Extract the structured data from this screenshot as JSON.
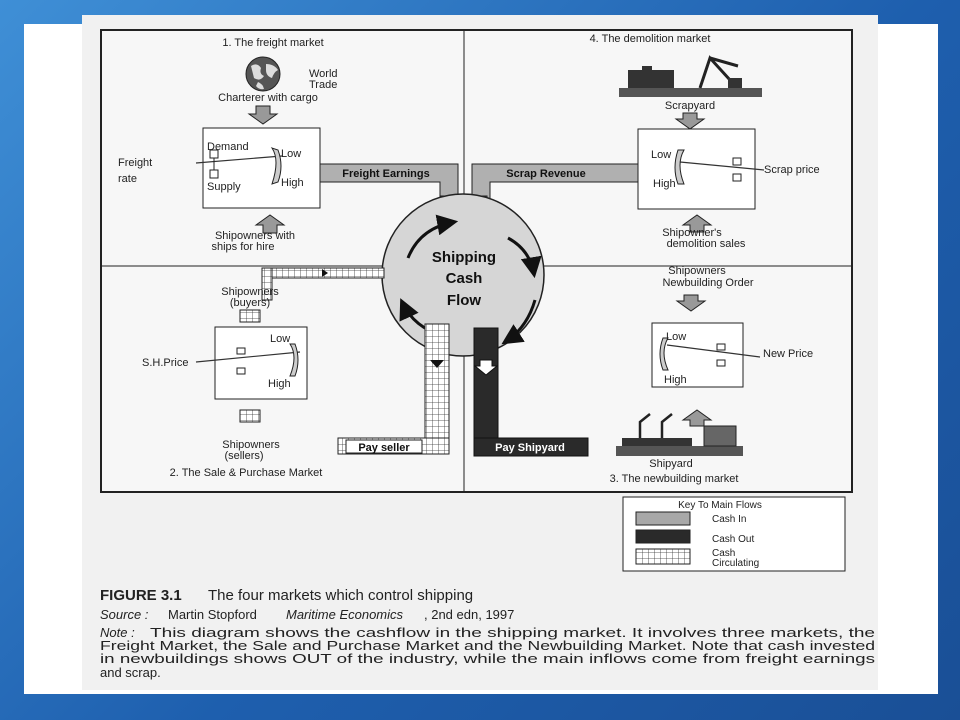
{
  "markets": {
    "freight": {
      "title": "1. The freight market",
      "world_trade": [
        "World",
        "Trade"
      ],
      "charterer": "Charterer with cargo",
      "demand": "Demand",
      "supply": "Supply",
      "low": "Low",
      "high": "High",
      "rate": [
        "Freight",
        "rate"
      ],
      "shipowners": [
        "Shipowners with",
        "ships for hire"
      ],
      "flow_label": "Freight Earnings"
    },
    "demolition": {
      "title": "4. The demolition market",
      "scrapyard": "Scrapyard",
      "low": "Low",
      "high": "High",
      "price": "Scrap price",
      "sales": [
        "Shipowner's",
        "demolition sales"
      ],
      "flow_label": "Scrap Revenue"
    },
    "sale_purchase": {
      "title": "2. The Sale & Purchase Market",
      "buyers": [
        "Shipowners",
        "(buyers)"
      ],
      "sellers": [
        "Shipowners",
        "(sellers)"
      ],
      "low": "Low",
      "high": "High",
      "price": "S.H.Price",
      "flow_label": "Pay seller"
    },
    "newbuilding": {
      "title": "3. The newbuilding market",
      "order": [
        "Shipowners",
        "Newbuilding Order"
      ],
      "low": "Low",
      "high": "High",
      "price": "New Price",
      "shipyard": "Shipyard",
      "flow_label": "Pay Shipyard"
    }
  },
  "center": {
    "lines": [
      "Shipping",
      "Cash",
      "Flow"
    ]
  },
  "legend": {
    "title": "Key To Main Flows",
    "items": [
      {
        "label": [
          "Cash In"
        ],
        "color": "#a8a8a8"
      },
      {
        "label": [
          "Cash Out"
        ],
        "color": "#2a2a2a"
      },
      {
        "label": [
          "Cash",
          "Circulating"
        ],
        "color": "#ffffff"
      }
    ]
  },
  "caption": {
    "figure": "FIGURE 3.1",
    "title": "The four markets which control shipping",
    "source_label": "Source :",
    "source_text": "Martin Stopford",
    "source_book": "Maritime Economics",
    "source_rest": ", 2nd edn, 1997",
    "note_label": "Note :",
    "note_lines": [
      "This diagram shows the cashflow in the shipping market. It involves three markets, the",
      "Freight Market, the Sale and Purchase Market and the Newbuilding Market. Note that cash invested",
      "in newbuildings shows OUT of the industry, while the main inflows come from freight earnings",
      "and scrap."
    ]
  }
}
